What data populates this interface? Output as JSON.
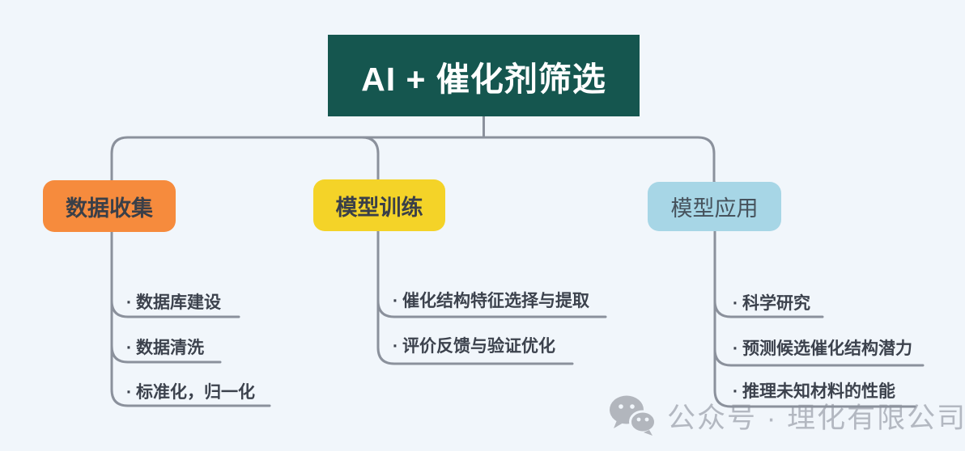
{
  "title": {
    "label": "AI + 催化剂筛选",
    "bg": "#15564F",
    "text_color": "#FFFFFF"
  },
  "glyphs": {
    "bullet": "·"
  },
  "connector_color": "#8B919C",
  "branches": [
    {
      "label": "数据收集",
      "color": "#F68B3D",
      "items": [
        {
          "label": "数据库建设"
        },
        {
          "label": "数据清洗"
        },
        {
          "label": "标准化，归一化"
        }
      ]
    },
    {
      "label": "模型训练",
      "color": "#F4D328",
      "items": [
        {
          "label": "催化结构特征选择与提取"
        },
        {
          "label": "评价反馈与验证优化"
        }
      ]
    },
    {
      "label": "模型应用",
      "color": "#A7D6E6",
      "items": [
        {
          "label": "科学研究"
        },
        {
          "label": "预测候选催化结构潜力"
        },
        {
          "label": "推理未知材料的性能"
        }
      ]
    }
  ],
  "watermark": {
    "label": "公众号 · 理化有限公司",
    "icon": "wechat-icon",
    "color": "#B3B8C1"
  }
}
